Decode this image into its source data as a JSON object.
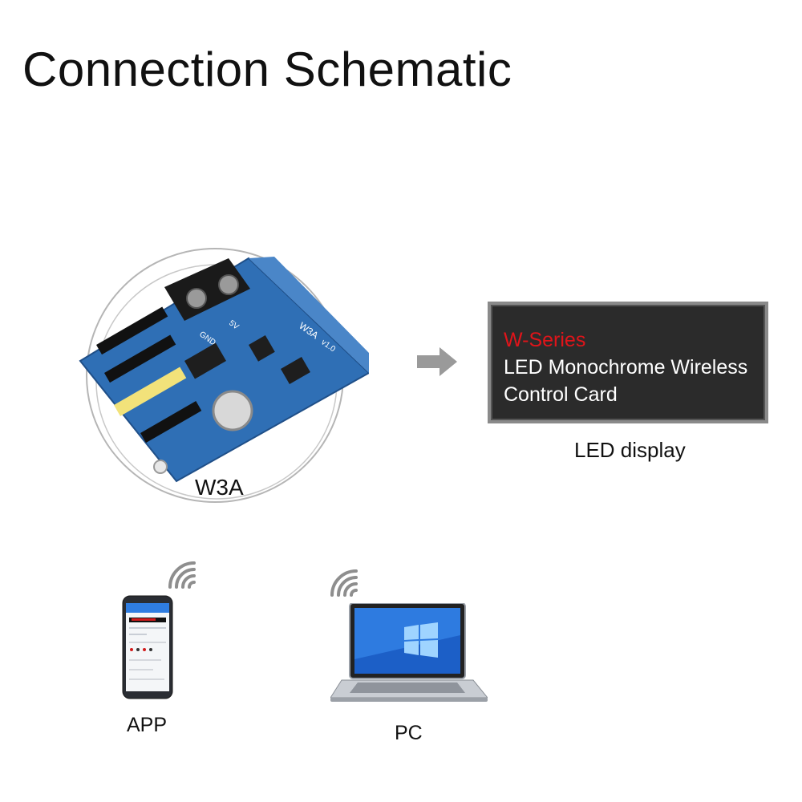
{
  "title": "Connection Schematic",
  "controller": {
    "label": "W3A",
    "silkscreen": {
      "model": "W3A",
      "version": "v1.0",
      "gnd": "GND",
      "v5": "5V"
    }
  },
  "led_display": {
    "lines": [
      "W-Series",
      "LED Monochrome Wireless",
      "Control Card"
    ],
    "caption": "LED display",
    "accent_color": "#e0141a"
  },
  "devices": {
    "app": {
      "label": "APP",
      "icon": "smartphone-icon"
    },
    "pc": {
      "label": "PC",
      "icon": "laptop-icon"
    }
  },
  "colors": {
    "board": "#2f6fb5",
    "arrow": "#9a9a9a",
    "panel": "#2b2b2b"
  }
}
